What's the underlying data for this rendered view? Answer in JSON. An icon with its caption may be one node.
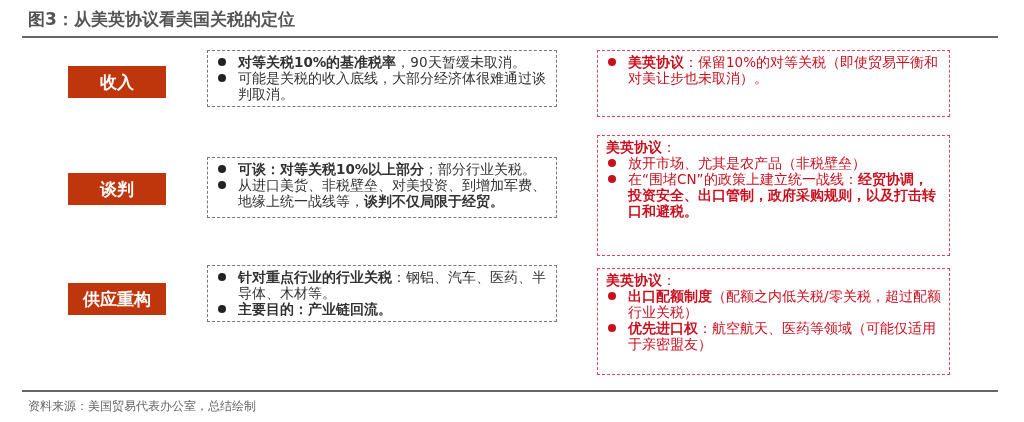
{
  "diagram": {
    "title": "图3：从美英协议看美国关税的定位",
    "caption": "资料来源：美国贸易代表办公室，总结绘制",
    "nodes": [
      {
        "text": [
          "收入"
        ]
      },
      {
        "text": [
          "**对等关税10%的基准税率**，90天暂缓未取消。",
          "可能是关税的收入底线，大部分经济体很难通过谈判取消。"
        ]
      },
      {
        "text": [
          "**美英协议**：保留10%的对等关税（即使贸易平衡和对美让步也未取消）。"
        ]
      },
      {
        "text": [
          "谈判"
        ]
      },
      {
        "text": [
          "**可谈：对等关税10%以上部分**；部分行业关税。",
          "从进口美货、非税壁垒、对美投资、到增加军费、地缘上统一战线等，**谈判不仅局限于经贸。**"
        ]
      },
      {
        "text": [
          "**美英协议**：",
          "放开市场、尤其是农产品（非税壁垒）",
          "在“围堵CN”的政策上建立统一战线：**经贸协调，投资安全、出口管制，政府采购规则，以及打击转口和避税。**"
        ]
      },
      {
        "text": [
          "供应重构"
        ]
      },
      {
        "text": [
          "**针对重点行业的行业关税**：钢铝、汽车、医药、半导体、木材等。",
          "**主要目的：产业链回流。**"
        ]
      },
      {
        "text": [
          "**美英协议**：",
          "**出口配额制度**（配额之内低关税/零关税，超过配额行业关税）",
          "**优先进口权**：航空航天、医药等领域（可能仅适用于亲密盟友）"
        ]
      }
    ]
  }
}
